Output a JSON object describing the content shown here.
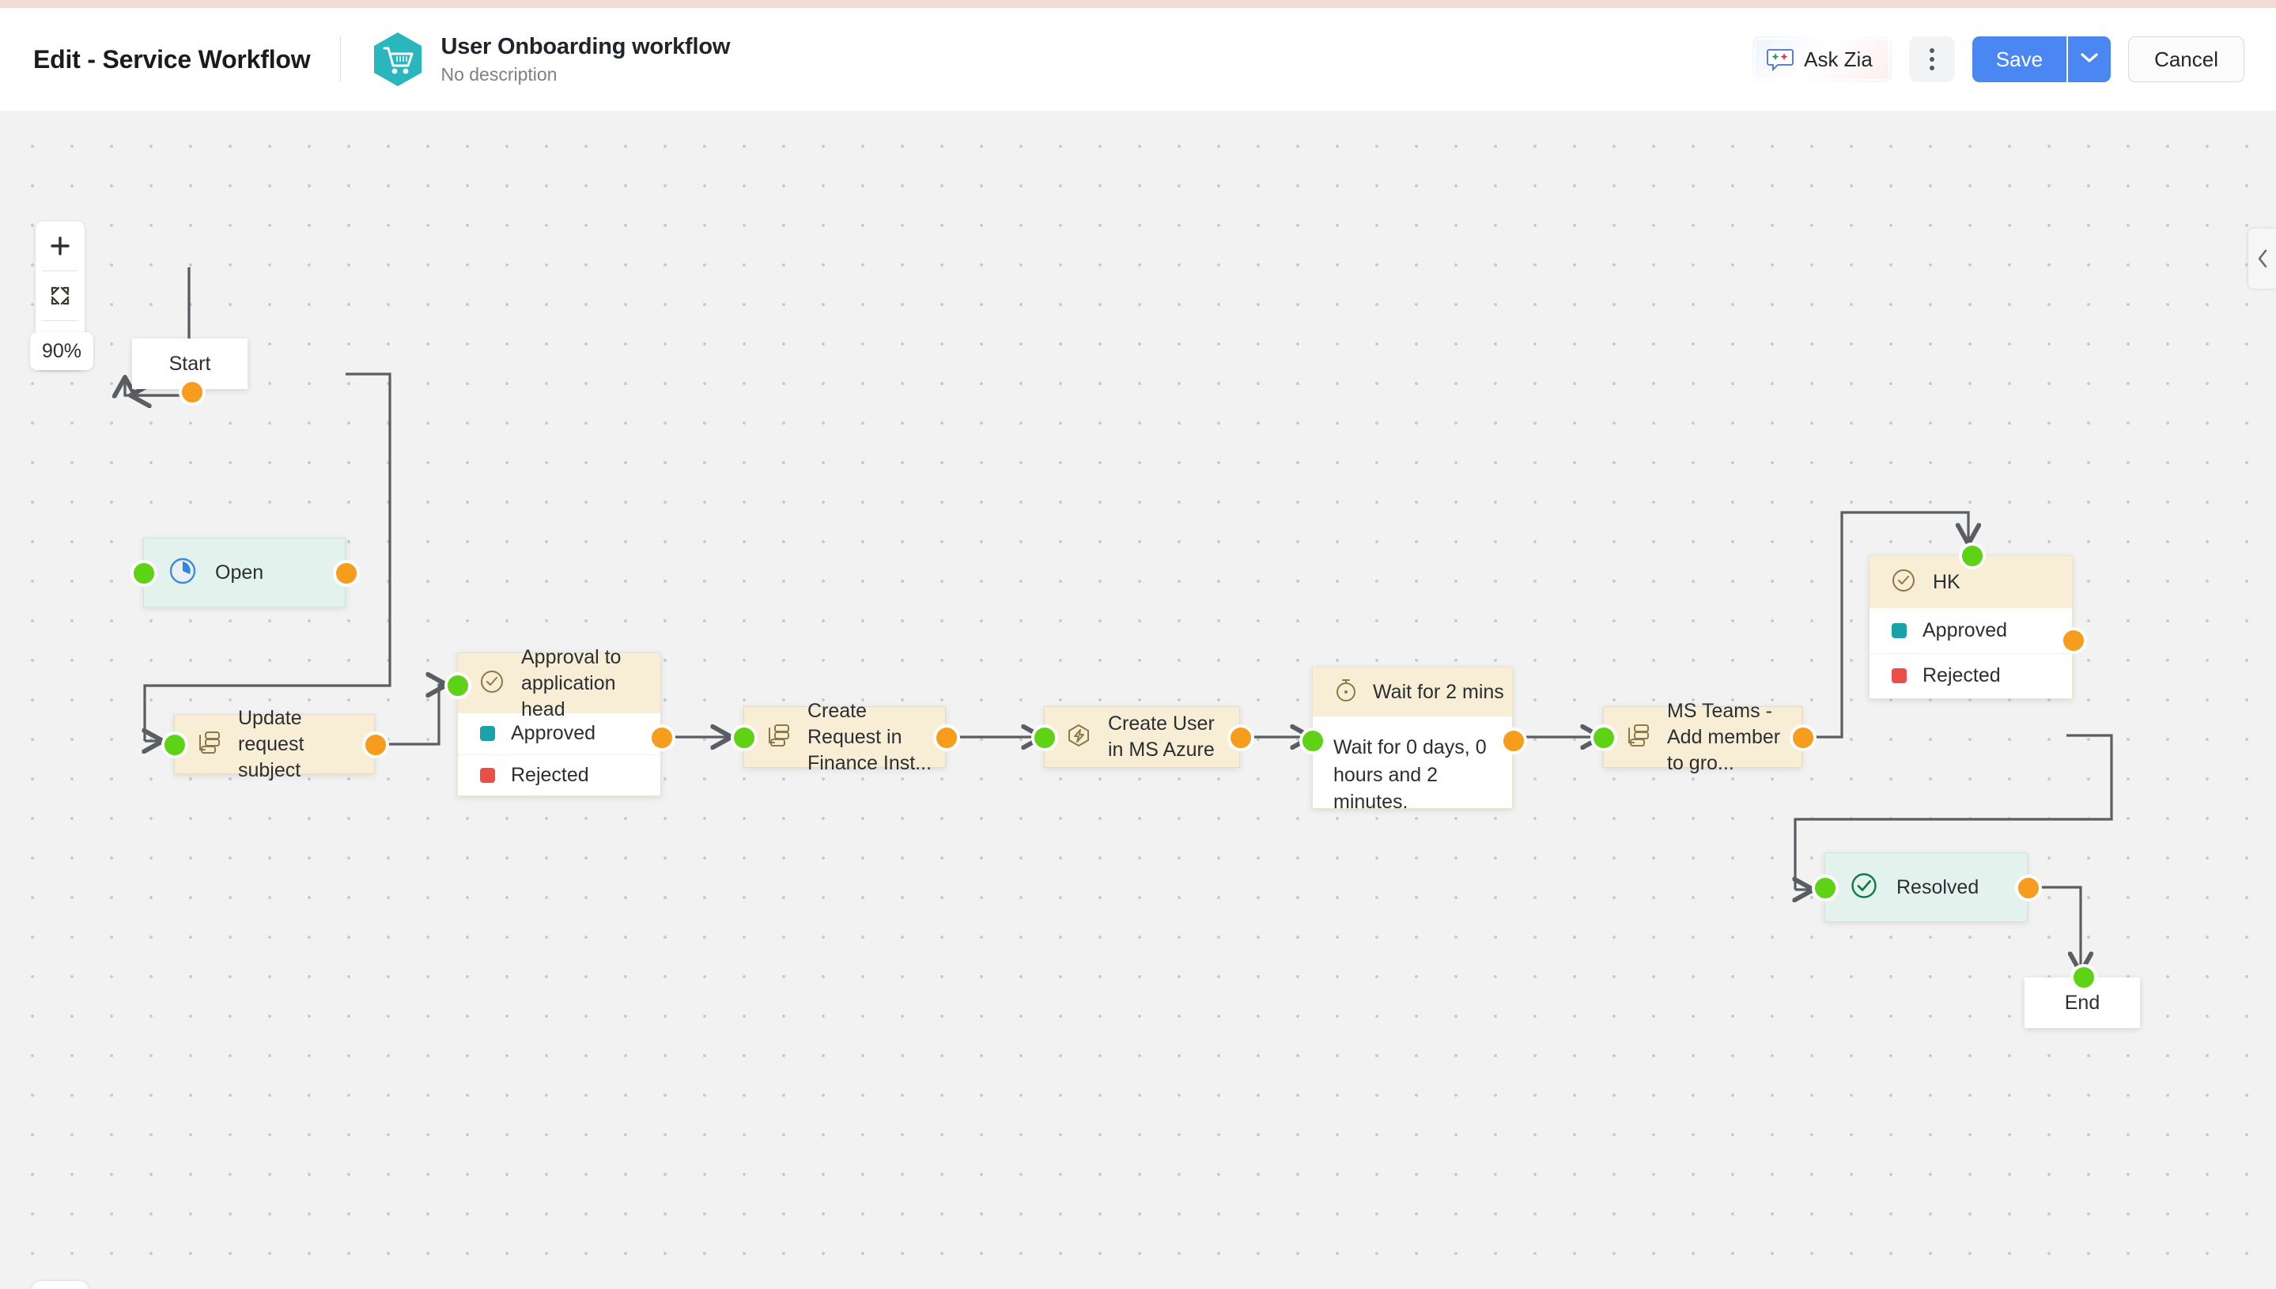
{
  "header": {
    "page_title": "Edit - Service Workflow",
    "workflow_name": "User Onboarding workflow",
    "workflow_description": "No description",
    "workflow_icon": "shopping-cart-hexagon-icon",
    "ask_zia_label": "Ask Zia",
    "more_options_icon": "kebab-menu-icon",
    "save_label": "Save",
    "save_caret_icon": "chevron-down-icon",
    "cancel_label": "Cancel",
    "accent_color": "#4a87f2",
    "brand_color": "#29b6bc"
  },
  "canvas": {
    "zoom_in_icon": "plus-icon",
    "fit_screen_icon": "fit-to-screen-icon",
    "zoom_out_icon": "minus-icon",
    "zoom_level": "90%",
    "palette_icon": "node-palette-icon",
    "collapse_panel_icon": "chevron-left-icon",
    "grid": "dots"
  },
  "nodes": [
    {
      "id": "start",
      "type": "terminal",
      "label": "Start"
    },
    {
      "id": "open",
      "type": "status",
      "label": "Open",
      "icon": "open-status-icon",
      "color": "#e4f2ee"
    },
    {
      "id": "update",
      "type": "action",
      "label": "Update request subject",
      "icon": "field-update-icon"
    },
    {
      "id": "approval",
      "type": "approval",
      "label": "Approval to application head",
      "icon": "approval-check-icon",
      "outcomes": [
        {
          "label": "Approved",
          "color": "#19a3a8"
        },
        {
          "label": "Rejected",
          "color": "#ea4f4a"
        }
      ]
    },
    {
      "id": "createreq",
      "type": "action",
      "label": "Create Request in Finance Inst...",
      "icon": "field-update-icon"
    },
    {
      "id": "azure",
      "type": "action",
      "label": "Create User in MS Azure",
      "icon": "custom-function-icon"
    },
    {
      "id": "wait",
      "type": "wait",
      "label": "Wait for 2 mins",
      "icon": "stopwatch-icon",
      "body": "Wait for 0 days, 0 hours and 2 minutes."
    },
    {
      "id": "msteams",
      "type": "action",
      "label": "MS Teams - Add member to gro...",
      "icon": "field-update-icon"
    },
    {
      "id": "hk",
      "type": "approval",
      "label": "HK",
      "icon": "approval-check-icon",
      "outcomes": [
        {
          "label": "Approved",
          "color": "#19a3a8"
        },
        {
          "label": "Rejected",
          "color": "#ea4f4a"
        }
      ]
    },
    {
      "id": "resolved",
      "type": "status",
      "label": "Resolved",
      "icon": "resolved-status-icon",
      "color": "#e4f2ee"
    },
    {
      "id": "end",
      "type": "terminal",
      "label": "End"
    }
  ],
  "node_labels": {
    "start": "Start",
    "open": "Open",
    "update": "Update request subject",
    "approval_title": "Approval to application head",
    "approval_approved": "Approved",
    "approval_rejected": "Rejected",
    "createreq": "Create Request in Finance Inst...",
    "azure": "Create User in MS Azure",
    "wait_title": "Wait for 2 mins",
    "wait_body": "Wait for 0 days, 0 hours and 2 minutes.",
    "msteams": "MS Teams - Add member to gro...",
    "hk_title": "HK",
    "hk_approved": "Approved",
    "hk_rejected": "Rejected",
    "resolved": "Resolved",
    "end": "End"
  },
  "connections": [
    {
      "from": "start",
      "to": "open"
    },
    {
      "from": "open",
      "to": "update"
    },
    {
      "from": "update",
      "to": "approval"
    },
    {
      "from": "approval",
      "to": "createreq"
    },
    {
      "from": "createreq",
      "to": "azure"
    },
    {
      "from": "azure",
      "to": "wait"
    },
    {
      "from": "wait",
      "to": "msteams"
    },
    {
      "from": "msteams",
      "to": "hk"
    },
    {
      "from": "hk",
      "to": "resolved"
    },
    {
      "from": "resolved",
      "to": "end"
    }
  ],
  "port_colors": {
    "input": "#5ed315",
    "output": "#f79d1e"
  }
}
